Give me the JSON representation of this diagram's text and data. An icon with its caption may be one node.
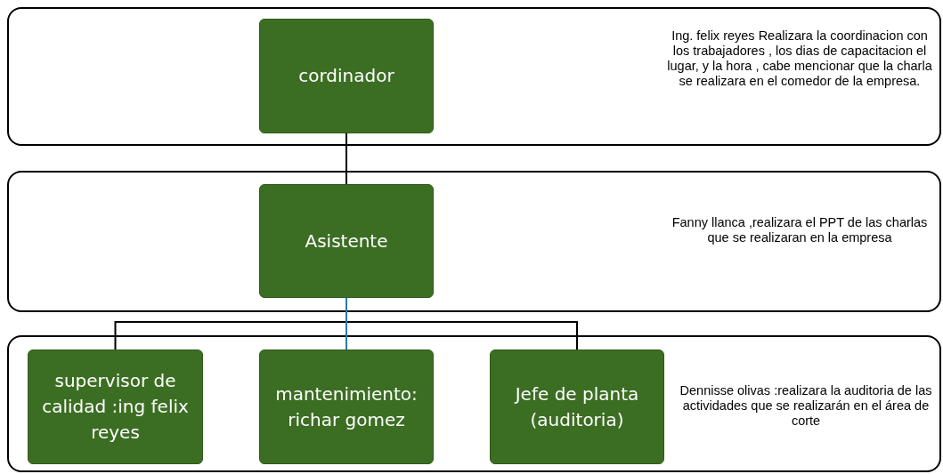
{
  "diagram": {
    "nodes": [
      {
        "text": [
          "Ing. felix reyes Realizara la coordinacion con los trabajadores , los dias de capacitacion el lugar, y la hora , cabe mencionar que la charla se realizara en el comedor de la empresa."
        ]
      },
      {
        "text": [
          "cordinador"
        ],
        "in": 0
      },
      {
        "text": [
          "Fanny llanca ,realizara el PPT de las charlas que se realizaran en la empresa"
        ]
      },
      {
        "text": [
          "Asistente"
        ],
        "in": 2
      },
      {
        "text": [
          "Dennisse olivas :realizara la auditoria de las actividades que se realizarán en el área de corte"
        ]
      },
      {
        "text": [
          "supervisor de calidad :ing felix reyes"
        ],
        "in": 4
      },
      {
        "text": [
          "mantenimiento: richar gomez"
        ],
        "in": 4
      },
      {
        "text": [
          "Jefe de planta (auditoria)"
        ],
        "in": 4
      }
    ],
    "edges": [
      {
        "from": 1,
        "to": 3,
        "arrow": "none"
      },
      {
        "from": 3,
        "to": 5,
        "arrow": "none"
      },
      {
        "from": 3,
        "to": 6,
        "arrow": "none",
        "color": "#2e75b6"
      },
      {
        "from": 3,
        "to": 7,
        "arrow": "none"
      }
    ]
  }
}
